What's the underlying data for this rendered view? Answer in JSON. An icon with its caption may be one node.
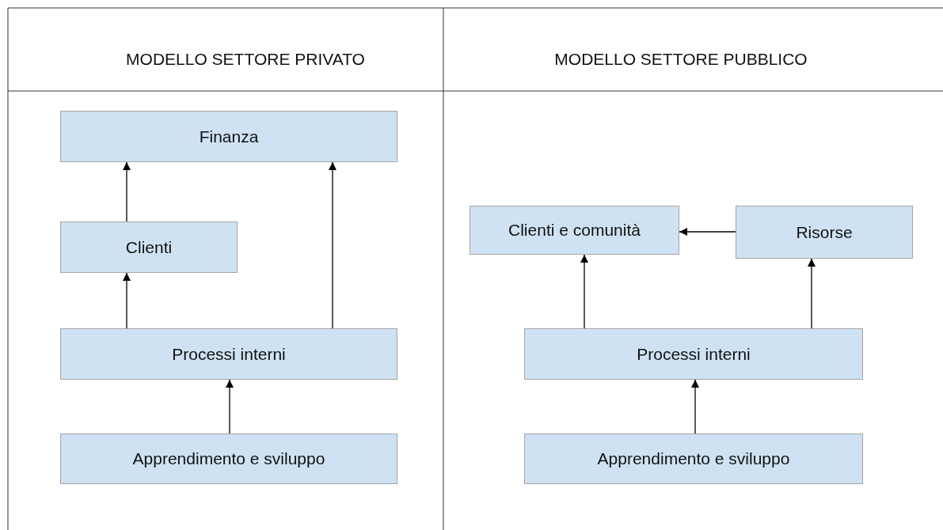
{
  "diagram": {
    "nodes": [
      {
        "text": [
          "Finanza"
        ]
      },
      {
        "text": [
          "Clienti"
        ]
      },
      {
        "text": [
          "Processi interni"
        ]
      },
      {
        "text": [
          "Apprendimento e sviluppo"
        ]
      },
      {
        "text": [
          "Clienti e comunità"
        ]
      },
      {
        "text": [
          "Risorse"
        ]
      },
      {
        "text": [
          "Processi interni"
        ]
      },
      {
        "text": [
          "Apprendimento e sviluppo"
        ]
      }
    ],
    "edges": [
      {
        "from": 1,
        "to": 0,
        "arrow": "to"
      },
      {
        "from": 2,
        "to": 1,
        "arrow": "to"
      },
      {
        "from": 2,
        "to": 0,
        "arrow": "to"
      },
      {
        "from": 3,
        "to": 2,
        "arrow": "to"
      },
      {
        "from": 5,
        "to": 4,
        "arrow": "to"
      },
      {
        "from": 6,
        "to": 4,
        "arrow": "to"
      },
      {
        "from": 6,
        "to": 5,
        "arrow": "to"
      },
      {
        "from": 7,
        "to": 6,
        "arrow": "to"
      }
    ],
    "labels": [
      "MODELLO SETTORE PRIVATO",
      "MODELLO SETTORE PUBBLICO"
    ]
  }
}
